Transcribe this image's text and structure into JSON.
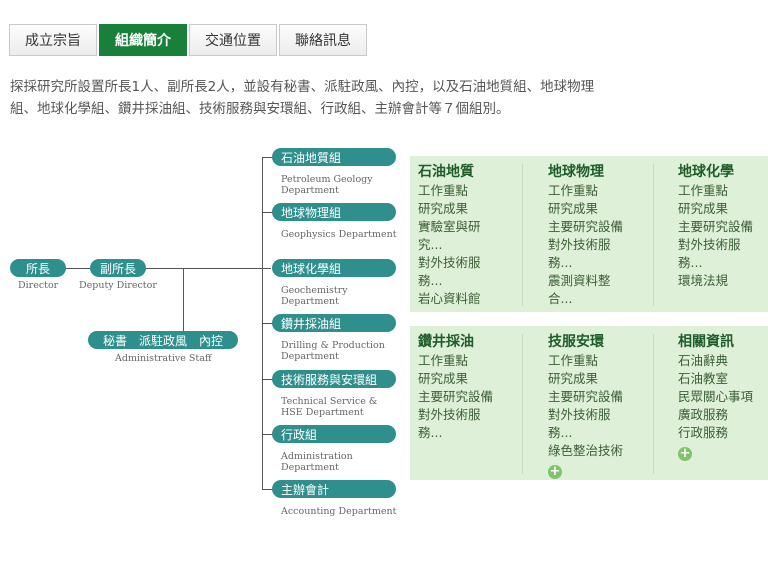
{
  "tabs": [
    {
      "label": "成立宗旨"
    },
    {
      "label": "組織簡介",
      "active": true
    },
    {
      "label": "交通位置"
    },
    {
      "label": "聯絡訊息"
    }
  ],
  "intro": "探採研究所設置所長1人、副所長2人，並設有秘書、派駐政風、內控，以及石油地質組、地球物理組、地球化學組、鑽井採油組、技術服務與安環組、行政組、主辦會計等７個組別。",
  "org": {
    "director": {
      "zh": "所長",
      "en": "Director"
    },
    "deputy": {
      "zh": "副所長",
      "en": "Deputy Director"
    },
    "staff": {
      "zh": "秘書　派駐政風　內控",
      "en": "Administrative Staff"
    },
    "groups": [
      {
        "zh": "石油地質組",
        "en1": "Petroleum Geology",
        "en2": "Department"
      },
      {
        "zh": "地球物理組",
        "en1": "Geophysics Department",
        "en2": ""
      },
      {
        "zh": "地球化學組",
        "en1": "Geochemistry",
        "en2": "Department"
      },
      {
        "zh": "鑽井採油組",
        "en1": "Drilling & Production",
        "en2": "Department"
      },
      {
        "zh": "技術服務與安環組",
        "en1": "Technical Service &",
        "en2": "HSE Department"
      },
      {
        "zh": "行政組",
        "en1": "Administration",
        "en2": "Department"
      },
      {
        "zh": "主辦會計",
        "en1": "Accounting Department",
        "en2": ""
      }
    ]
  },
  "panels": [
    {
      "title": "石油地質",
      "items": [
        "工作重點",
        "研究成果",
        "實驗室與研",
        "究...",
        "對外技術服",
        "務...",
        "岩心資料館"
      ]
    },
    {
      "title": "地球物理",
      "items": [
        "工作重點",
        "研究成果",
        "主要研究設備",
        "對外技術服",
        "務...",
        "震測資料整",
        "合..."
      ]
    },
    {
      "title": "地球化學",
      "items": [
        "工作重點",
        "研究成果",
        "主要研究設備",
        "對外技術服",
        "務...",
        "環境法規"
      ]
    },
    {
      "title": "鑽井採油",
      "items": [
        "工作重點",
        "研究成果",
        "主要研究設備",
        "對外技術服",
        "務..."
      ]
    },
    {
      "title": "技服安環",
      "items": [
        "工作重點",
        "研究成果",
        "主要研究設備",
        "對外技術服",
        "務...",
        "綠色整治技術"
      ],
      "more": true
    },
    {
      "title": "相關資訊",
      "items": [
        "石油辭典",
        "石油教室",
        "民眾關心事項",
        "廣政服務",
        "行政服務"
      ],
      "more": true
    }
  ],
  "colors": {
    "tab_active": "#18803a",
    "pill": "#2f8f8d",
    "panel_bg": "#dff0d8"
  }
}
